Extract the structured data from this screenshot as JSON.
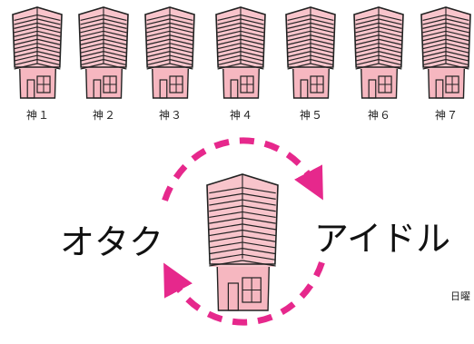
{
  "houses": [
    {
      "label": "神１"
    },
    {
      "label": "神２"
    },
    {
      "label": "神３"
    },
    {
      "label": "神４"
    },
    {
      "label": "神５"
    },
    {
      "label": "神６"
    },
    {
      "label": "神７"
    }
  ],
  "cycle": {
    "left_word": "オタク",
    "right_word": "アイドル",
    "arrow_color": "#e6288c"
  },
  "caption": "日曜"
}
